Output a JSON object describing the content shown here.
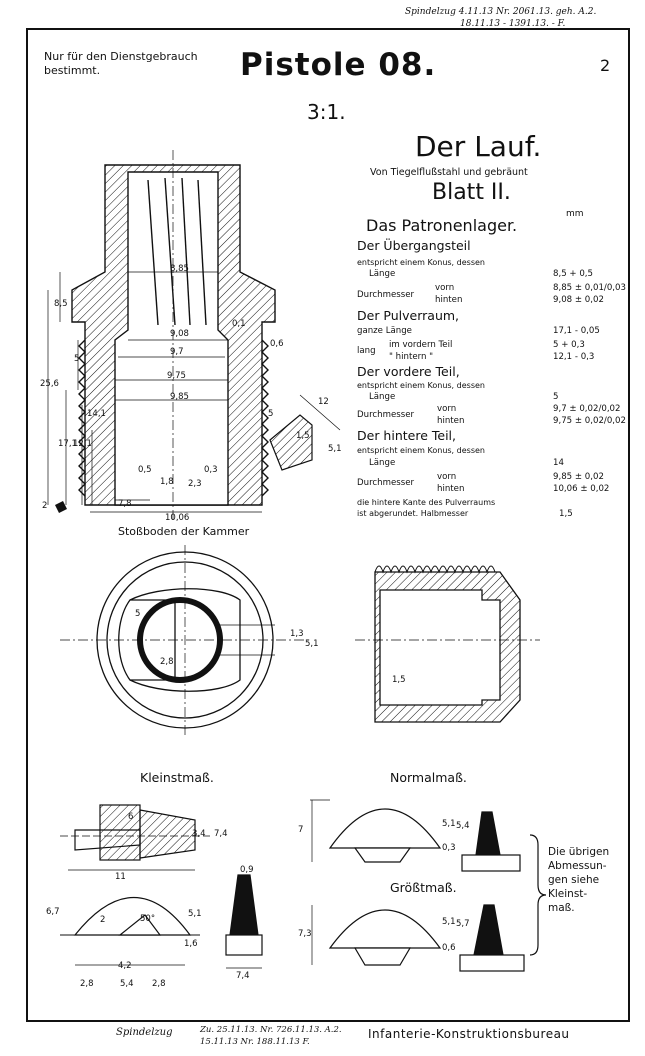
{
  "header": {
    "restriction": "Nur für den Dienstgebrauch bestimmt.",
    "title": "Pistole 08.",
    "scale": "3:1.",
    "sheet_no": "2",
    "handwritten_top_1": "Spindelzug 4.11.13 Nr. 2061.13. geh. A.2.",
    "handwritten_top_2": "18.11.13 - 1391.13. - F."
  },
  "part": {
    "name": "Der Lauf.",
    "material": "Von Tiegelflußstahl und gebräunt",
    "sheet": "Blatt II.",
    "unit": "mm",
    "section": "Das Patronenlager.",
    "groups": [
      {
        "title": "Der Übergangsteil",
        "note": "entspricht einem Konus, dessen",
        "length_label": "Länge",
        "length_value": "8,5 + 0,5",
        "diam_label": "Durchmesser",
        "front_label": "vorn",
        "front_value": "8,85 ± 0,01/0,03",
        "rear_label": "hinten",
        "rear_value": "9,08 ± 0,02"
      },
      {
        "title": "Der Pulverraum,",
        "total_label": "ganze Länge",
        "total_value": "17,1 - 0,05",
        "lang_label": "lang",
        "front_label": "im vordern Teil",
        "front_value": "5 + 0,3",
        "rear_label": "\" hintern \"",
        "rear_value": "12,1 - 0,3"
      },
      {
        "title": "Der vordere Teil,",
        "note": "entspricht einem Konus, dessen",
        "length_label": "Länge",
        "length_value": "5",
        "diam_label": "Durchmesser",
        "front_label": "vorn",
        "front_value": "9,7 ± 0,02/0,02",
        "rear_label": "hinten",
        "rear_value": "9,75 ± 0,02/0,02"
      },
      {
        "title": "Der hintere Teil,",
        "note": "entspricht einem Konus, dessen",
        "length_label": "Länge",
        "length_value": "14",
        "diam_label": "Durchmesser",
        "front_label": "vorn",
        "front_value": "9,85 ± 0,02",
        "rear_label": "hinten",
        "rear_value": "10,06 ± 0,02"
      }
    ],
    "closing_note_1": "die hintere Kante des Pulverraums",
    "closing_note_2": "ist abgerundet. Halbmesser",
    "closing_value": "1,5"
  },
  "barrel_dims": {
    "d1": "8,85",
    "d2": "9,08",
    "d3": "9,7",
    "d4": "9,75",
    "d5": "9,85",
    "d6": "10,06",
    "l_85": "8,5",
    "l_256": "25,6",
    "l_5": "5",
    "l_171": "17,1",
    "l_121": "12,1",
    "l_141": "14,1",
    "r_01": "0,1",
    "r_06": "0,6",
    "r_05": "0,5",
    "r_18": "1,8",
    "r_23": "2,3",
    "r_03": "0,3",
    "r_78": "7,8",
    "r_2": "2",
    "detail_12": "12",
    "detail_15": "1,5",
    "detail_51": "5,1",
    "detail_5": "5"
  },
  "views": {
    "bolt_face_label": "Stoßboden der Kammer",
    "bolt_dims": [
      "5",
      "2,8",
      "1,3",
      "5,1"
    ],
    "section_dim": "1,5"
  },
  "gauges": {
    "min_label": "Kleinstmaß.",
    "normal_label": "Normalmaß.",
    "max_label": "Größtmaß.",
    "note": [
      "Die übrigen",
      "Abmessun-",
      "gen siehe",
      "Kleinst-",
      "maß."
    ],
    "min_dims": [
      "6",
      "3,4",
      "7,4",
      "11",
      "0,9",
      "6,7",
      "2",
      "50°",
      "5,1",
      "1,6",
      "4,2",
      "2,8",
      "5,4",
      "2,8",
      "7,4"
    ],
    "normal_dims": [
      "7",
      "5,1",
      "0,3",
      "5,4"
    ],
    "max_dims": [
      "7,3",
      "5,1",
      "0,6",
      "5,7"
    ]
  },
  "footer": {
    "signature": "Spindelzug",
    "handwritten_ref": "Zu. 25.11.13. Nr. 726.11.13. A.2.",
    "handwritten_ref_2": "15.11.13 Nr. 188.11.13 F.",
    "office": "Infanterie-Konstruktionsbureau"
  }
}
